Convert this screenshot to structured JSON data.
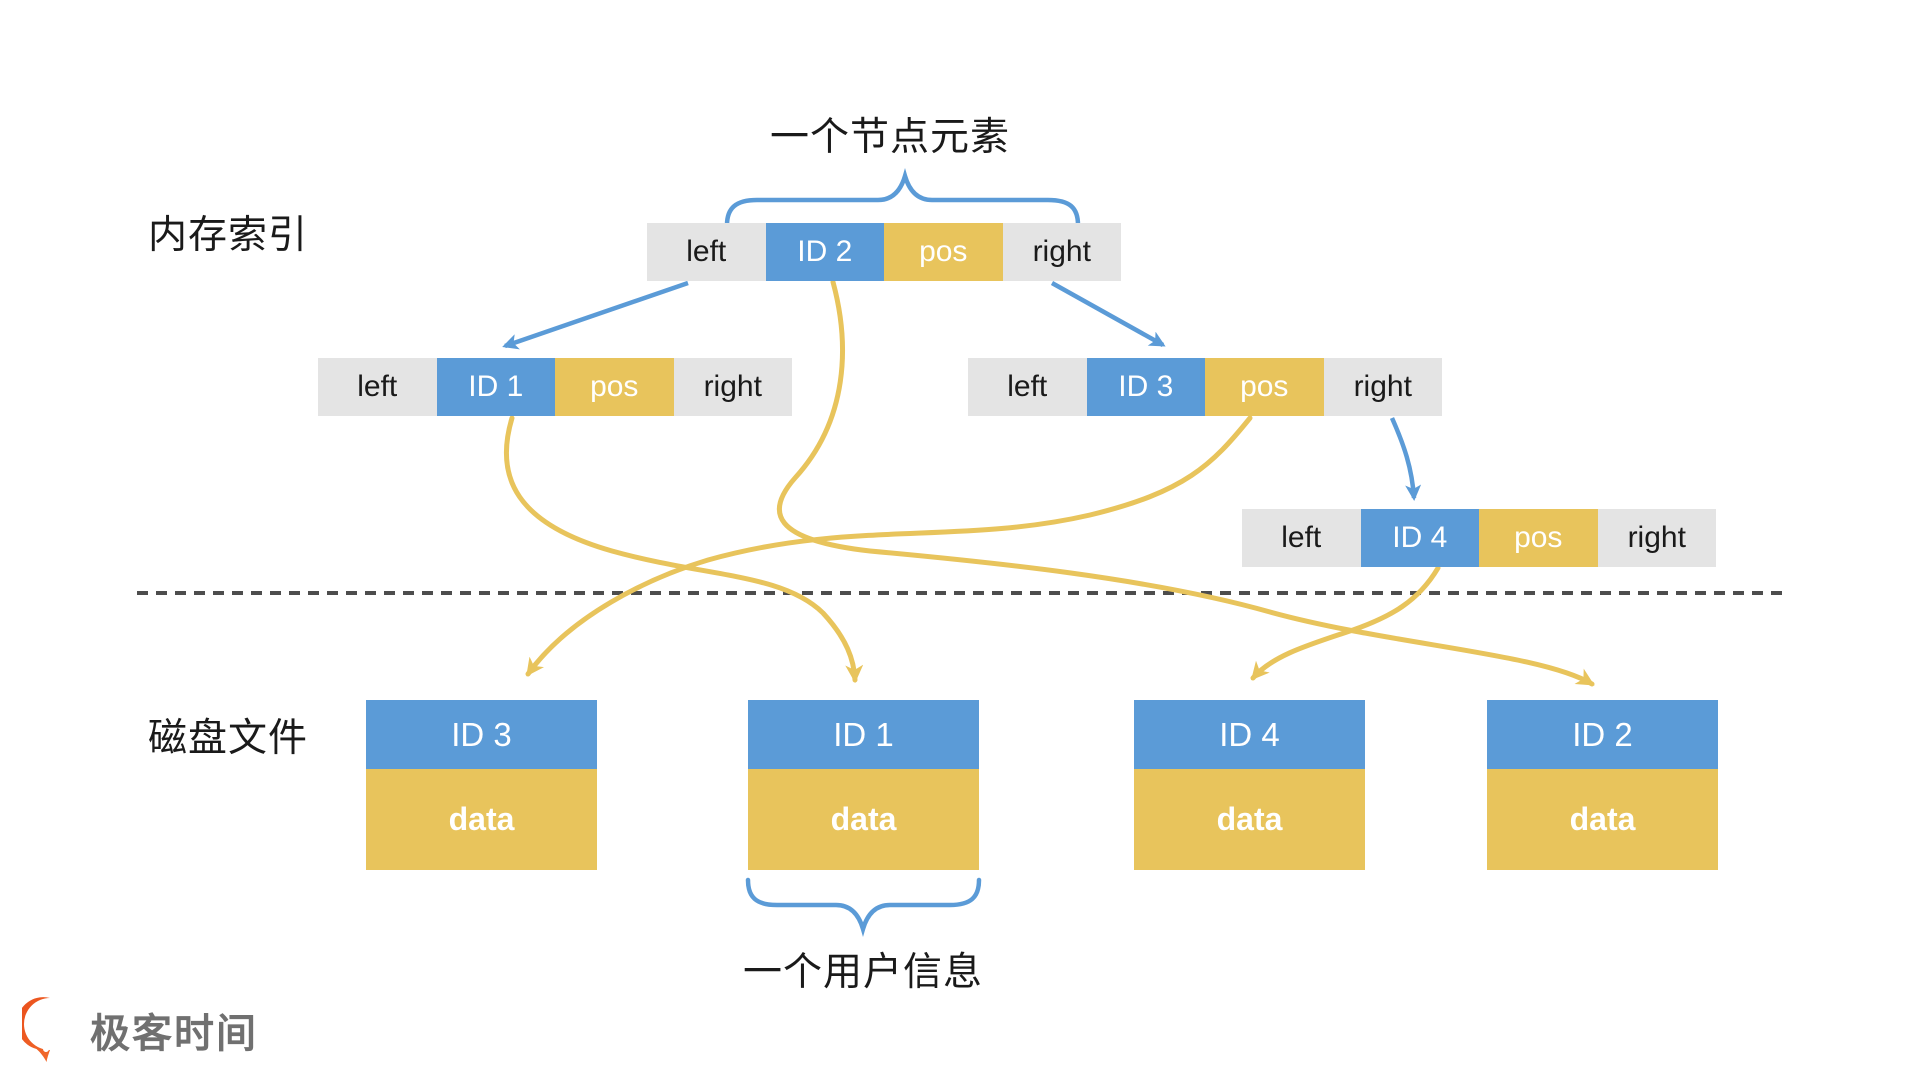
{
  "diagram": {
    "title_top": "一个节点元素",
    "label_memory": "内存索引",
    "label_disk": "磁盘文件",
    "title_bottom": "一个用户信息",
    "logo_text": "极客时间"
  },
  "nodes": [
    {
      "name": "root-node-id2",
      "cells": [
        "left",
        "ID 2",
        "pos",
        "right"
      ]
    },
    {
      "name": "left-node-id1",
      "cells": [
        "left",
        "ID 1",
        "pos",
        "right"
      ]
    },
    {
      "name": "right-node-id3",
      "cells": [
        "left",
        "ID 3",
        "pos",
        "right"
      ]
    },
    {
      "name": "leaf-node-id4",
      "cells": [
        "left",
        "ID 4",
        "pos",
        "right"
      ]
    }
  ],
  "disk_blocks": [
    {
      "id": "ID 3",
      "data_label": "data"
    },
    {
      "id": "ID 1",
      "data_label": "data"
    },
    {
      "id": "ID 4",
      "data_label": "data"
    },
    {
      "id": "ID 2",
      "data_label": "data"
    }
  ],
  "colors": {
    "blue": "#5B9BD7",
    "yellow": "#E8C45C",
    "cellGray": "#E4E4E4",
    "textDark": "#1A1A1A",
    "dash": "#4D4D4D",
    "logoOrange": "#F26A2B",
    "logoOrangeDark": "#E94E1B",
    "logoText": "#707070"
  }
}
